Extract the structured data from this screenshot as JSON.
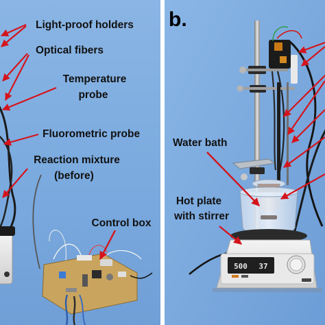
{
  "panel_b_letter": "b.",
  "labels": {
    "light_proof_holders": "Light-proof holders",
    "optical_fibers": "Optical fibers",
    "temperature_probe_line1": "Temperature",
    "temperature_probe_line2": "probe",
    "fluorometric_probe": "Fluorometric probe",
    "reaction_mixture_line1": "Reaction mixture",
    "reaction_mixture_line2": "(before)",
    "control_box": "Control box",
    "water_bath": "Water bath",
    "hot_plate_line1": "Hot plate",
    "hot_plate_line2": "with stirrer"
  },
  "display": {
    "left_reading": "500",
    "right_reading": "37"
  },
  "colors": {
    "background_blue": "#7faee0",
    "arrow_red": "#d4141c",
    "label_text": "#111111",
    "divider": "#ffffff"
  }
}
